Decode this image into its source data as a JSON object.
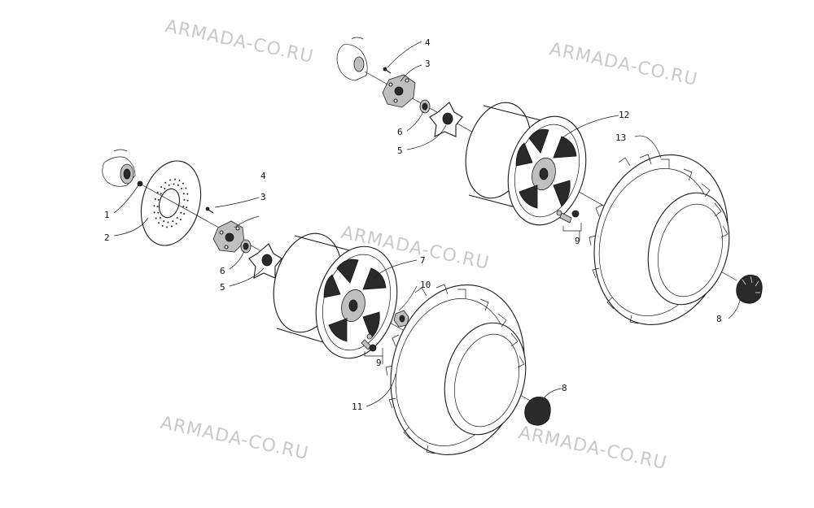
{
  "watermark": "ARMADA-CO.RU",
  "callouts": {
    "c1": "1",
    "c2": "2",
    "c3a": "3",
    "c4a": "4",
    "c5a": "5",
    "c6a": "6",
    "c3b": "3",
    "c4b": "4",
    "c5b": "5",
    "c6b": "6",
    "c7": "7",
    "c8a": "8",
    "c8b": "8",
    "c9a": "9",
    "c9b": "9",
    "c10": "10",
    "c11": "11",
    "c12": "12",
    "c13": "13"
  }
}
